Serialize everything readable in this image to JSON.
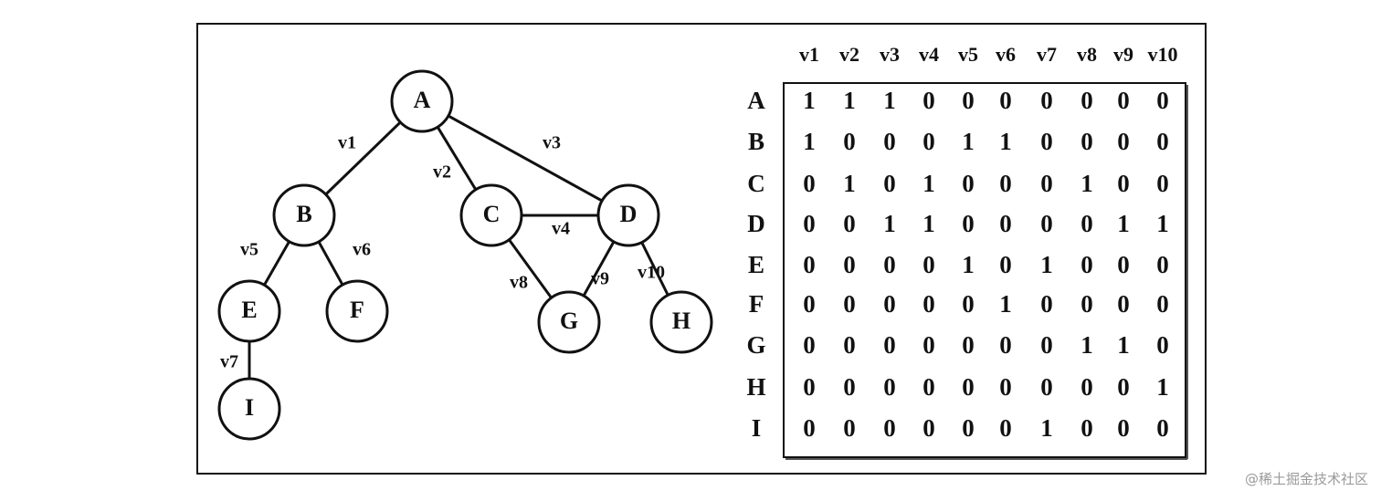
{
  "graph": {
    "nodes": [
      "A",
      "B",
      "C",
      "D",
      "E",
      "F",
      "G",
      "H",
      "I"
    ],
    "edges": [
      {
        "label": "v1",
        "from": "A",
        "to": "B"
      },
      {
        "label": "v2",
        "from": "A",
        "to": "C"
      },
      {
        "label": "v3",
        "from": "A",
        "to": "D"
      },
      {
        "label": "v4",
        "from": "C",
        "to": "D"
      },
      {
        "label": "v5",
        "from": "B",
        "to": "E"
      },
      {
        "label": "v6",
        "from": "B",
        "to": "F"
      },
      {
        "label": "v7",
        "from": "E",
        "to": "I"
      },
      {
        "label": "v8",
        "from": "C",
        "to": "G"
      },
      {
        "label": "v9",
        "from": "D",
        "to": "G"
      },
      {
        "label": "v10",
        "from": "D",
        "to": "H"
      }
    ]
  },
  "matrix": {
    "columns": [
      "v1",
      "v2",
      "v3",
      "v4",
      "v5",
      "v6",
      "v7",
      "v8",
      "v9",
      "v10"
    ],
    "rows": [
      "A",
      "B",
      "C",
      "D",
      "E",
      "F",
      "G",
      "H",
      "I"
    ],
    "values": [
      [
        1,
        1,
        1,
        0,
        0,
        0,
        0,
        0,
        0,
        0
      ],
      [
        1,
        0,
        0,
        0,
        1,
        1,
        0,
        0,
        0,
        0
      ],
      [
        0,
        1,
        0,
        1,
        0,
        0,
        0,
        1,
        0,
        0
      ],
      [
        0,
        0,
        1,
        1,
        0,
        0,
        0,
        0,
        1,
        1
      ],
      [
        0,
        0,
        0,
        0,
        1,
        0,
        1,
        0,
        0,
        0
      ],
      [
        0,
        0,
        0,
        0,
        0,
        1,
        0,
        0,
        0,
        0
      ],
      [
        0,
        0,
        0,
        0,
        0,
        0,
        0,
        1,
        1,
        0
      ],
      [
        0,
        0,
        0,
        0,
        0,
        0,
        0,
        0,
        0,
        1
      ],
      [
        0,
        0,
        0,
        0,
        0,
        0,
        1,
        0,
        0,
        0
      ]
    ]
  },
  "watermark": "@稀土掘金技术社区"
}
